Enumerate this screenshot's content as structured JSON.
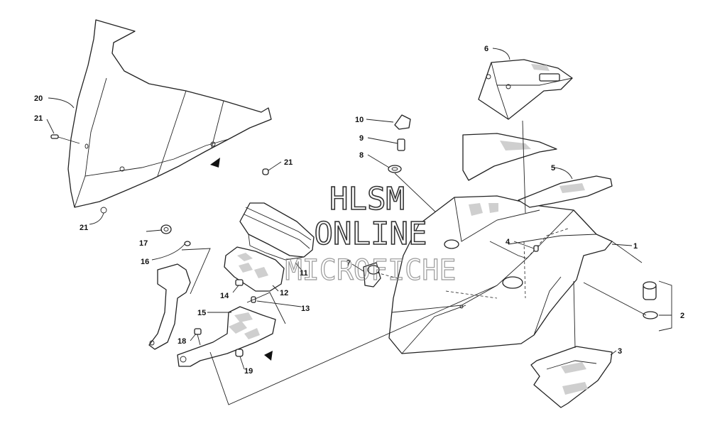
{
  "watermark": {
    "line1": "HLSM",
    "line2": "ONLINE",
    "line3": "MICROFICHE"
  },
  "callouts": {
    "c1": "1",
    "c2": "2",
    "c3": "3",
    "c4": "4",
    "c5": "5",
    "c6": "6",
    "c7": "7",
    "c8": "8",
    "c9": "9",
    "c10": "10",
    "c11": "11",
    "c12": "12",
    "c13": "13",
    "c14": "14",
    "c15": "15",
    "c16": "16",
    "c17": "17",
    "c18": "18",
    "c19": "19",
    "c20": "20",
    "c21a": "21",
    "c21b": "21",
    "c21c": "21"
  }
}
